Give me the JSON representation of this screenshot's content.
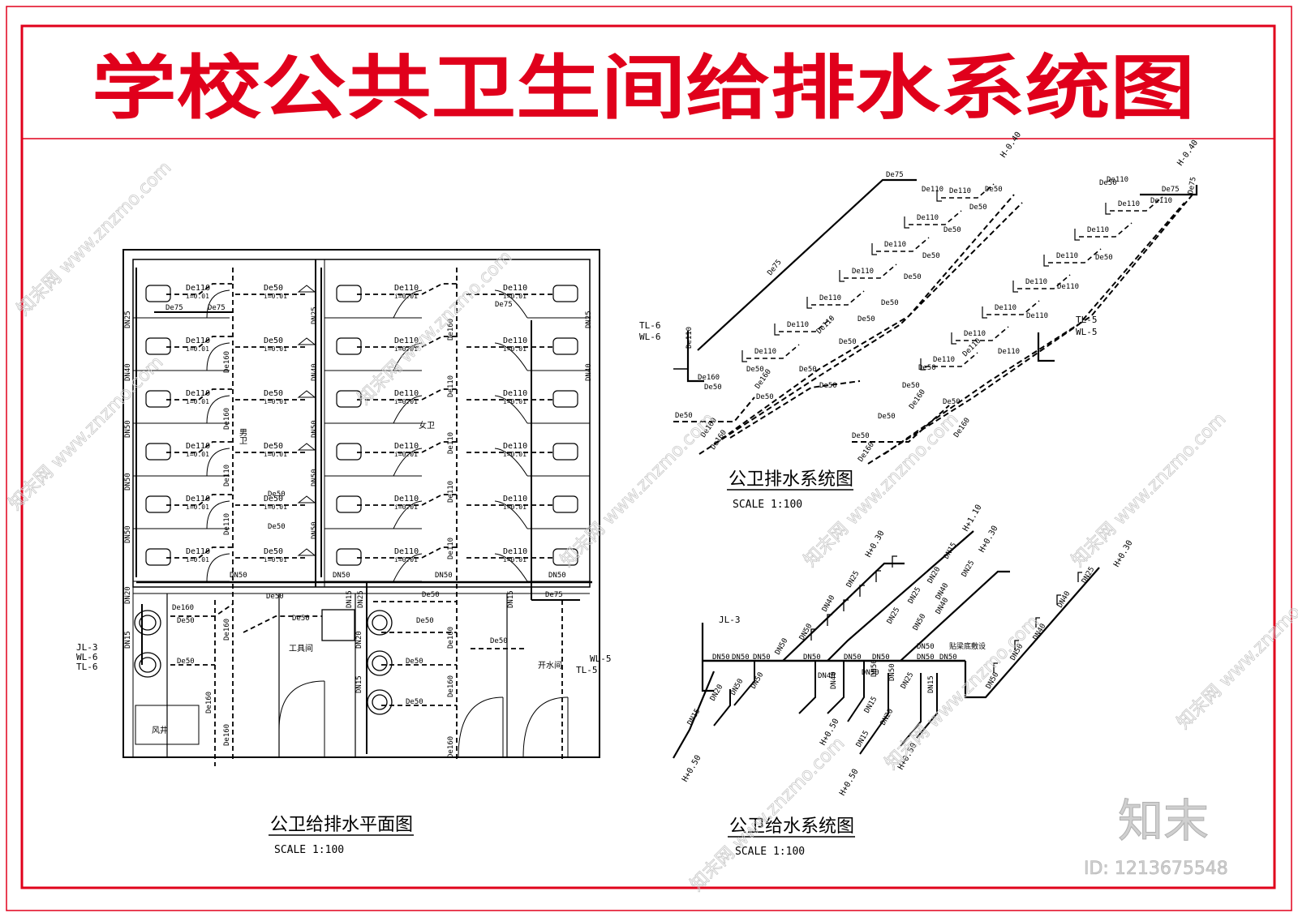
{
  "title": "学校公共卫生间给排水系统图",
  "plan": {
    "caption": "公卫给排水平面图",
    "scale": "SCALE 1:100",
    "room_men": "男卫",
    "room_women": "女卫",
    "room_tool": "工具间",
    "room_water": "开水间",
    "room_shaft": "风井",
    "risers": [
      "JL-3",
      "WL-6",
      "TL-6",
      "WL-5",
      "TL-5"
    ]
  },
  "drain": {
    "caption": "公卫排水系统图",
    "scale": "SCALE 1:100",
    "labels_top": [
      "De75",
      "De110",
      "De50",
      "H-0.40"
    ],
    "labels_pipe": [
      "De110",
      "De50",
      "De75",
      "De160"
    ],
    "slope": "i=0.01",
    "risers": [
      "TL-6",
      "WL-6",
      "TL-5",
      "WL-5"
    ]
  },
  "supply": {
    "caption": "公卫给水系统图",
    "scale": "SCALE 1:100",
    "riser": "JL-3",
    "heights": [
      "H+0.30",
      "H+1.10",
      "H+0.50"
    ],
    "sizes": [
      "DN50",
      "DN40",
      "DN25",
      "DN20",
      "DN15"
    ],
    "note": "贴梁底敷设"
  },
  "watermark": {
    "brand": "知末",
    "site": "www.znzmo.com",
    "id": "ID: 1213675548"
  },
  "colors": {
    "border": "#e0001b",
    "line": "#000000",
    "watermark": "#c8c8c8"
  }
}
